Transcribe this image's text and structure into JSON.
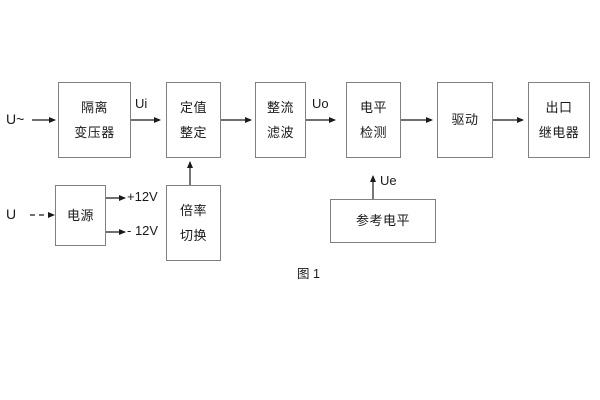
{
  "figure": {
    "caption": "图 1",
    "accent": "#1a1a1a",
    "border_color": "#808080",
    "background": "#ffffff"
  },
  "blocks": {
    "isolation_transformer": {
      "line1": "隔离",
      "line2": "变压器"
    },
    "setting_value": {
      "line1": "定值",
      "line2": "整定"
    },
    "rectify_filter": {
      "line1": "整流",
      "line2": "滤波"
    },
    "level_detect": {
      "line1": "电平",
      "line2": "检测"
    },
    "drive": {
      "line1": "驱动"
    },
    "output_relay": {
      "line1": "出口",
      "line2": "继电器"
    },
    "power_supply": {
      "line1": "电源"
    },
    "multiplier_switch": {
      "line1": "倍率",
      "line2": "切换"
    },
    "reference_level": {
      "line1": "参考电平"
    }
  },
  "signals": {
    "input_ac": "U~",
    "input_dc": "U",
    "ui": "Ui",
    "uo": "Uo",
    "ue": "Ue",
    "supply_pos": "+12V",
    "supply_neg": "- 12V"
  }
}
